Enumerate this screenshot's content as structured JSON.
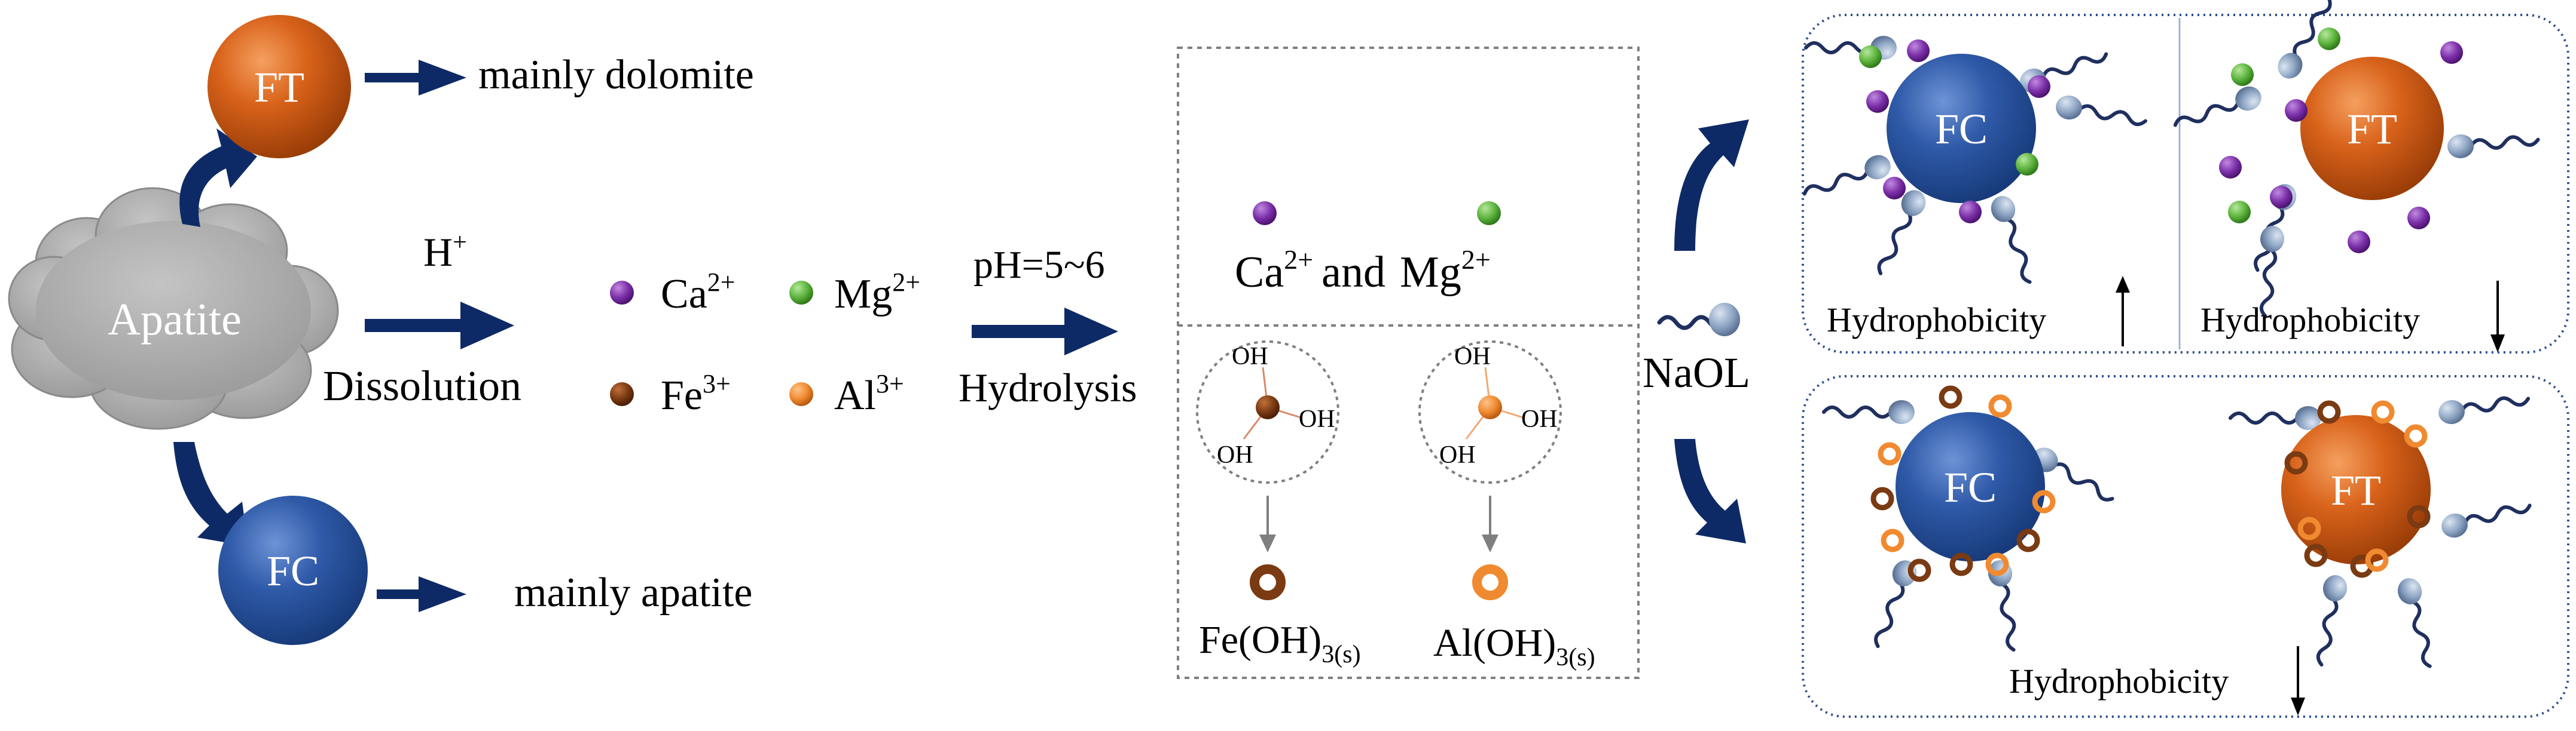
{
  "colors": {
    "arrow": "#0e2a66",
    "ft_sphere": "#d8621a",
    "fc_sphere": "#2f5aa8",
    "cloud": "#a9a9a9",
    "ca_ion": "#7b2fa8",
    "mg_ion": "#5cb33c",
    "fe_ion": "#7a3a12",
    "al_ion": "#f08a30",
    "collector_head": "#8fa6c4",
    "collector_tail": "#1f2f5e",
    "panel_border": "#2b4e8c",
    "box_border": "#7f7f7f"
  },
  "source": {
    "cloud_label": "Apatite"
  },
  "products": {
    "ft_label": "FT",
    "ft_text": "mainly dolomite",
    "fc_label": "FC",
    "fc_text": "mainly apatite"
  },
  "dissolution": {
    "reagent": "H",
    "reagent_sup": "+",
    "label": "Dissolution"
  },
  "ions": {
    "ca": {
      "symbol": "Ca",
      "charge": "2+"
    },
    "mg": {
      "symbol": "Mg",
      "charge": "2+"
    },
    "fe": {
      "symbol": "Fe",
      "charge": "3+"
    },
    "al": {
      "symbol": "Al",
      "charge": "3+"
    }
  },
  "hydrolysis": {
    "condition": "pH=5~6",
    "label": "Hydrolysis"
  },
  "middle_box": {
    "ca_and_mg": {
      "ca": "Ca",
      "ca_sup": "2+",
      "and": "and",
      "mg": "Mg",
      "mg_sup": "2+"
    },
    "oh_group": "OH",
    "fe_precipitate": {
      "formula": "Fe(OH)",
      "subscript": "3(s)"
    },
    "al_precipitate": {
      "formula": "Al(OH)",
      "subscript": "3(s)"
    }
  },
  "collector": {
    "label": "NaOL"
  },
  "top_panel": {
    "fc_label": "FC",
    "ft_label": "FT",
    "fc_hydrophobicity": "Hydrophobicity",
    "ft_hydrophobicity": "Hydrophobicity",
    "fc_trend": "up",
    "ft_trend": "down"
  },
  "bottom_panel": {
    "fc_label": "FC",
    "ft_label": "FT",
    "hydrophobicity": "Hydrophobicity",
    "trend": "down"
  }
}
